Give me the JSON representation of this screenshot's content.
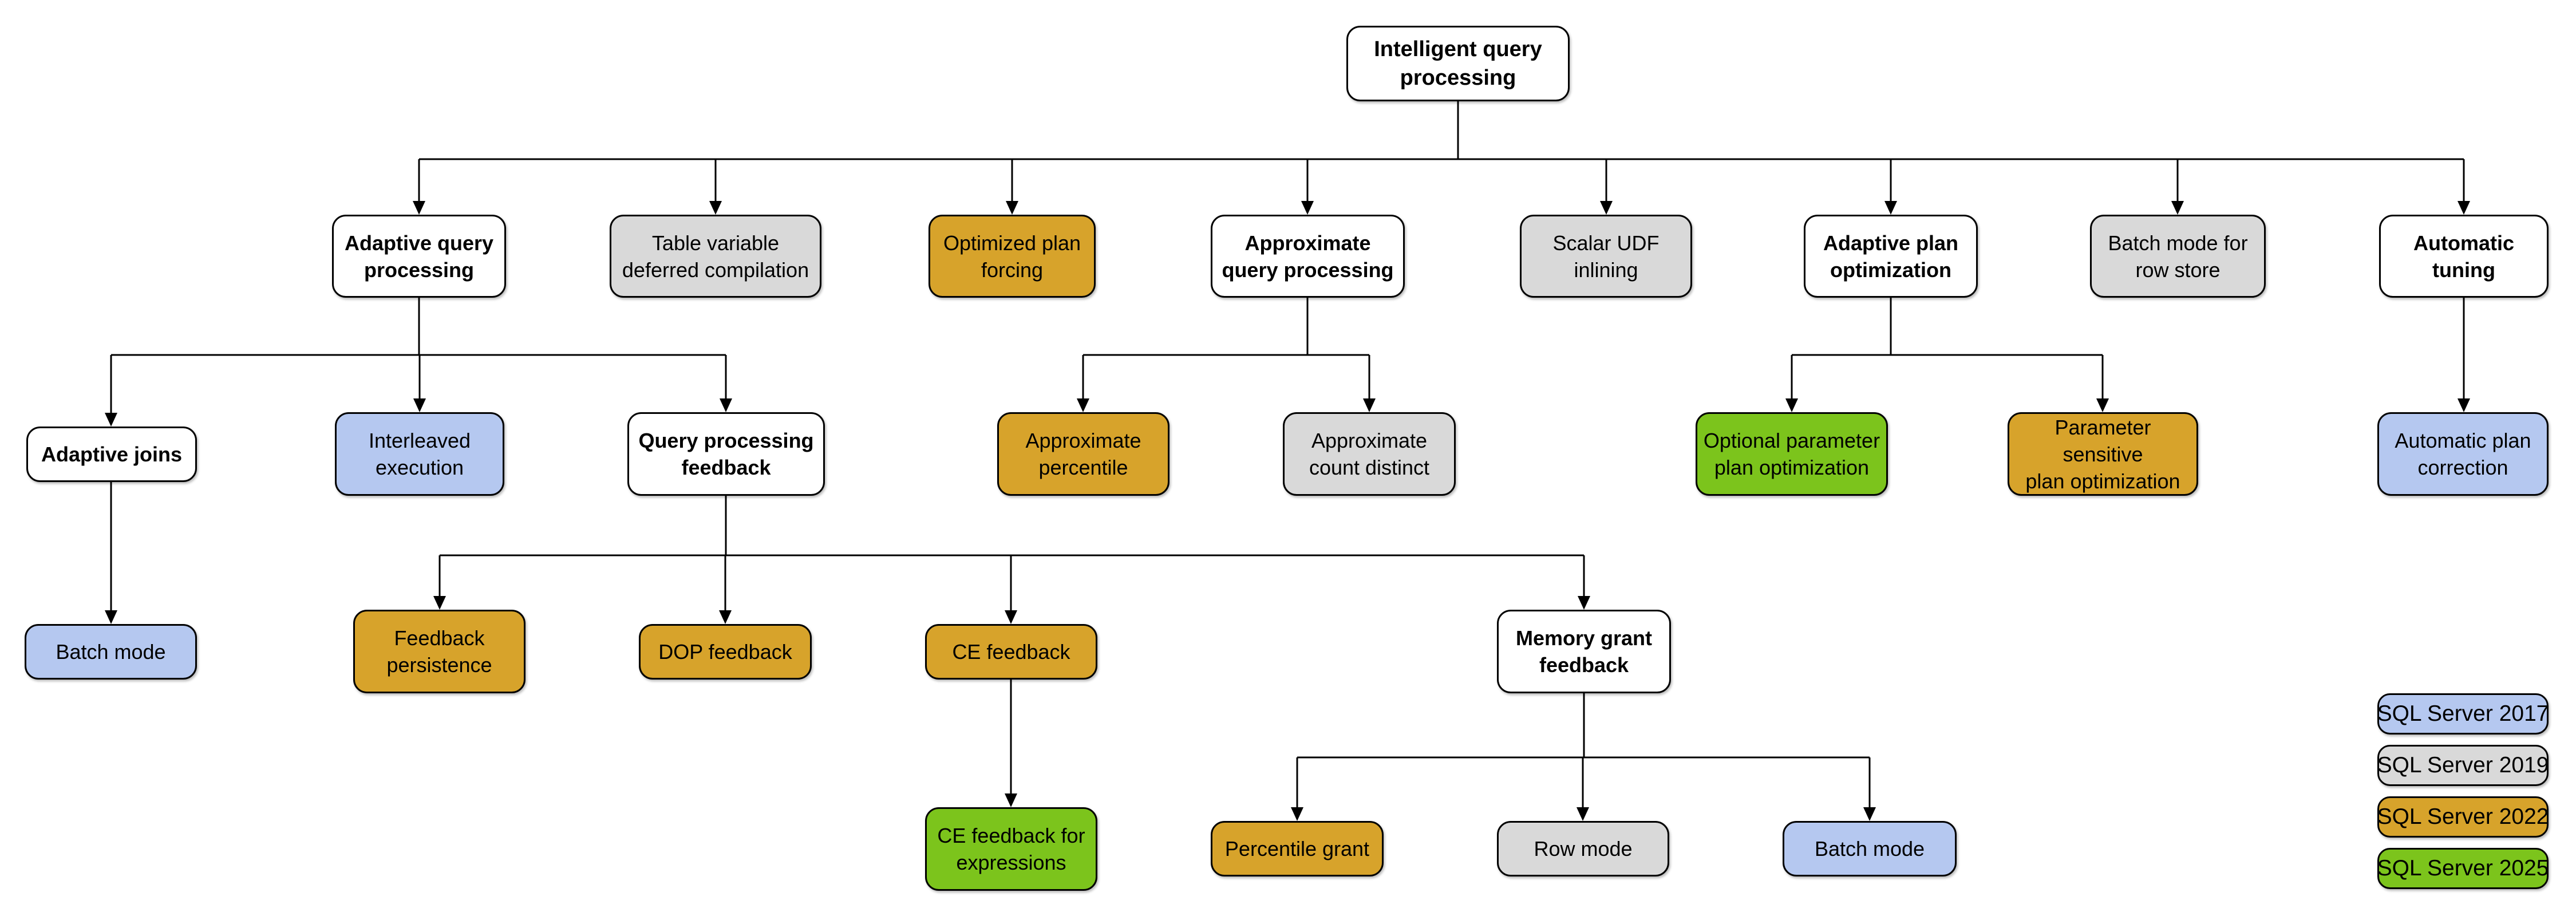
{
  "legend": [
    {
      "key": "c2017",
      "label": "SQL Server 2017",
      "color": "#B5C8F0"
    },
    {
      "key": "c2019",
      "label": "SQL Server 2019",
      "color": "#D9D9D9"
    },
    {
      "key": "c2022",
      "label": "SQL Server 2022",
      "color": "#D7A32B"
    },
    {
      "key": "c2025",
      "label": "SQL Server 2025",
      "color": "#7CC41C"
    }
  ],
  "nodes": {
    "root": {
      "label": "Intelligent query\nprocessing",
      "version": ""
    },
    "aqp": {
      "label": "Adaptive query\nprocessing",
      "version": ""
    },
    "tvdc": {
      "label": "Table variable\ndeferred compilation",
      "version": "SQL Server 2019"
    },
    "opf": {
      "label": "Optimized plan\nforcing",
      "version": "SQL Server 2022"
    },
    "aqp2": {
      "label": "Approximate\nquery processing",
      "version": ""
    },
    "sui": {
      "label": "Scalar UDF\ninlining",
      "version": "SQL Server 2019"
    },
    "apo": {
      "label": "Adaptive plan\noptimization",
      "version": ""
    },
    "bmrs": {
      "label": "Batch mode for\nrow store",
      "version": "SQL Server 2019"
    },
    "at": {
      "label": "Automatic\ntuning",
      "version": ""
    },
    "aj": {
      "label": "Adaptive joins",
      "version": ""
    },
    "ie": {
      "label": "Interleaved\nexecution",
      "version": "SQL Server 2017"
    },
    "qpf": {
      "label": "Query processing\nfeedback",
      "version": ""
    },
    "ap": {
      "label": "Approximate\npercentile",
      "version": "SQL Server 2022"
    },
    "acd": {
      "label": "Approximate\ncount distinct",
      "version": "SQL Server 2019"
    },
    "oppo": {
      "label": "Optional parameter\nplan optimization",
      "version": "SQL Server 2025"
    },
    "pspo": {
      "label": "Parameter sensitive\nplan optimization",
      "version": "SQL Server 2022"
    },
    "apc": {
      "label": "Automatic plan\ncorrection",
      "version": "SQL Server 2017"
    },
    "bm_aj": {
      "label": "Batch mode",
      "version": "SQL Server 2017"
    },
    "fp": {
      "label": "Feedback\npersistence",
      "version": "SQL Server 2022"
    },
    "dop": {
      "label": "DOP feedback",
      "version": "SQL Server 2022"
    },
    "ce": {
      "label": "CE feedback",
      "version": "SQL Server 2022"
    },
    "mgf": {
      "label": "Memory grant\nfeedback",
      "version": ""
    },
    "cefe": {
      "label": "CE feedback for\nexpressions",
      "version": "SQL Server 2025"
    },
    "pg": {
      "label": "Percentile grant",
      "version": "SQL Server 2022"
    },
    "rm": {
      "label": "Row mode",
      "version": "SQL Server 2019"
    },
    "bm_mg": {
      "label": "Batch mode",
      "version": "SQL Server 2017"
    }
  }
}
